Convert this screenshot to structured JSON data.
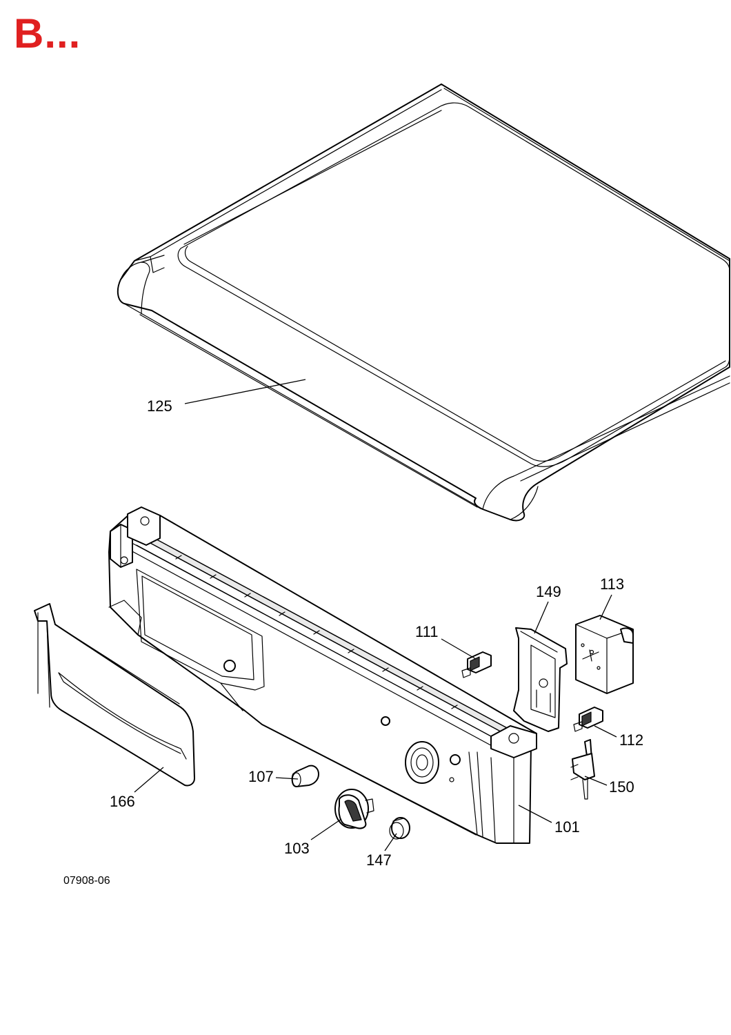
{
  "header": {
    "letter": "B...",
    "color": "#e02020"
  },
  "drawing_code": "07908-06",
  "callouts": {
    "p125": "125",
    "p149": "149",
    "p113": "113",
    "p111": "111",
    "p112": "112",
    "p150": "150",
    "p107": "107",
    "p166": "166",
    "p103": "103",
    "p147": "147",
    "p101": "101"
  }
}
